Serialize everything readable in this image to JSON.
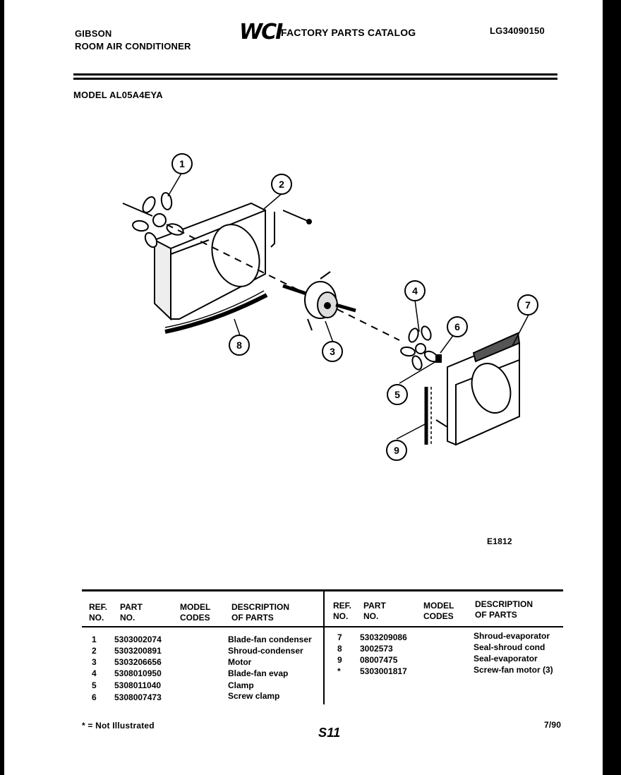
{
  "header": {
    "brand": "GIBSON",
    "product": "ROOM AIR CONDITIONER",
    "logo": "WCI",
    "catalog_title": "FACTORY PARTS CATALOG",
    "catalog_number": "LG34090150",
    "model": "MODEL AL05A4EYA"
  },
  "diagram": {
    "figure_code": "E1812",
    "callouts": [
      "1",
      "2",
      "3",
      "4",
      "5",
      "6",
      "7",
      "8",
      "9"
    ]
  },
  "table": {
    "headers": {
      "ref_no": "REF.\nNO.",
      "part_no": "PART\nNO.",
      "model_codes": "MODEL\nCODES",
      "description": "DESCRIPTION\nOF PARTS"
    },
    "left_rows": [
      {
        "ref": "1",
        "part": "5303002074",
        "desc": "Blade-fan condenser"
      },
      {
        "ref": "2",
        "part": "5303200891",
        "desc": "Shroud-condenser"
      },
      {
        "ref": "3",
        "part": "5303206656",
        "desc": "Motor"
      },
      {
        "ref": "4",
        "part": "5308010950",
        "desc": "Blade-fan evap"
      },
      {
        "ref": "5",
        "part": "5308011040",
        "desc": "Clamp"
      },
      {
        "ref": "6",
        "part": "5308007473",
        "desc": "Screw clamp"
      }
    ],
    "right_rows": [
      {
        "ref": "7",
        "part": "5303209086",
        "desc": "Shroud-evaporator"
      },
      {
        "ref": "8",
        "part": "3002573",
        "desc": "Seal-shroud cond"
      },
      {
        "ref": "9",
        "part": "08007475",
        "desc": "Seal-evaporator"
      },
      {
        "ref": "*",
        "part": "5303001817",
        "desc": "Screw-fan motor (3)"
      }
    ]
  },
  "footer": {
    "note": "* = Not Illustrated",
    "page": "S11",
    "date": "7/90"
  }
}
